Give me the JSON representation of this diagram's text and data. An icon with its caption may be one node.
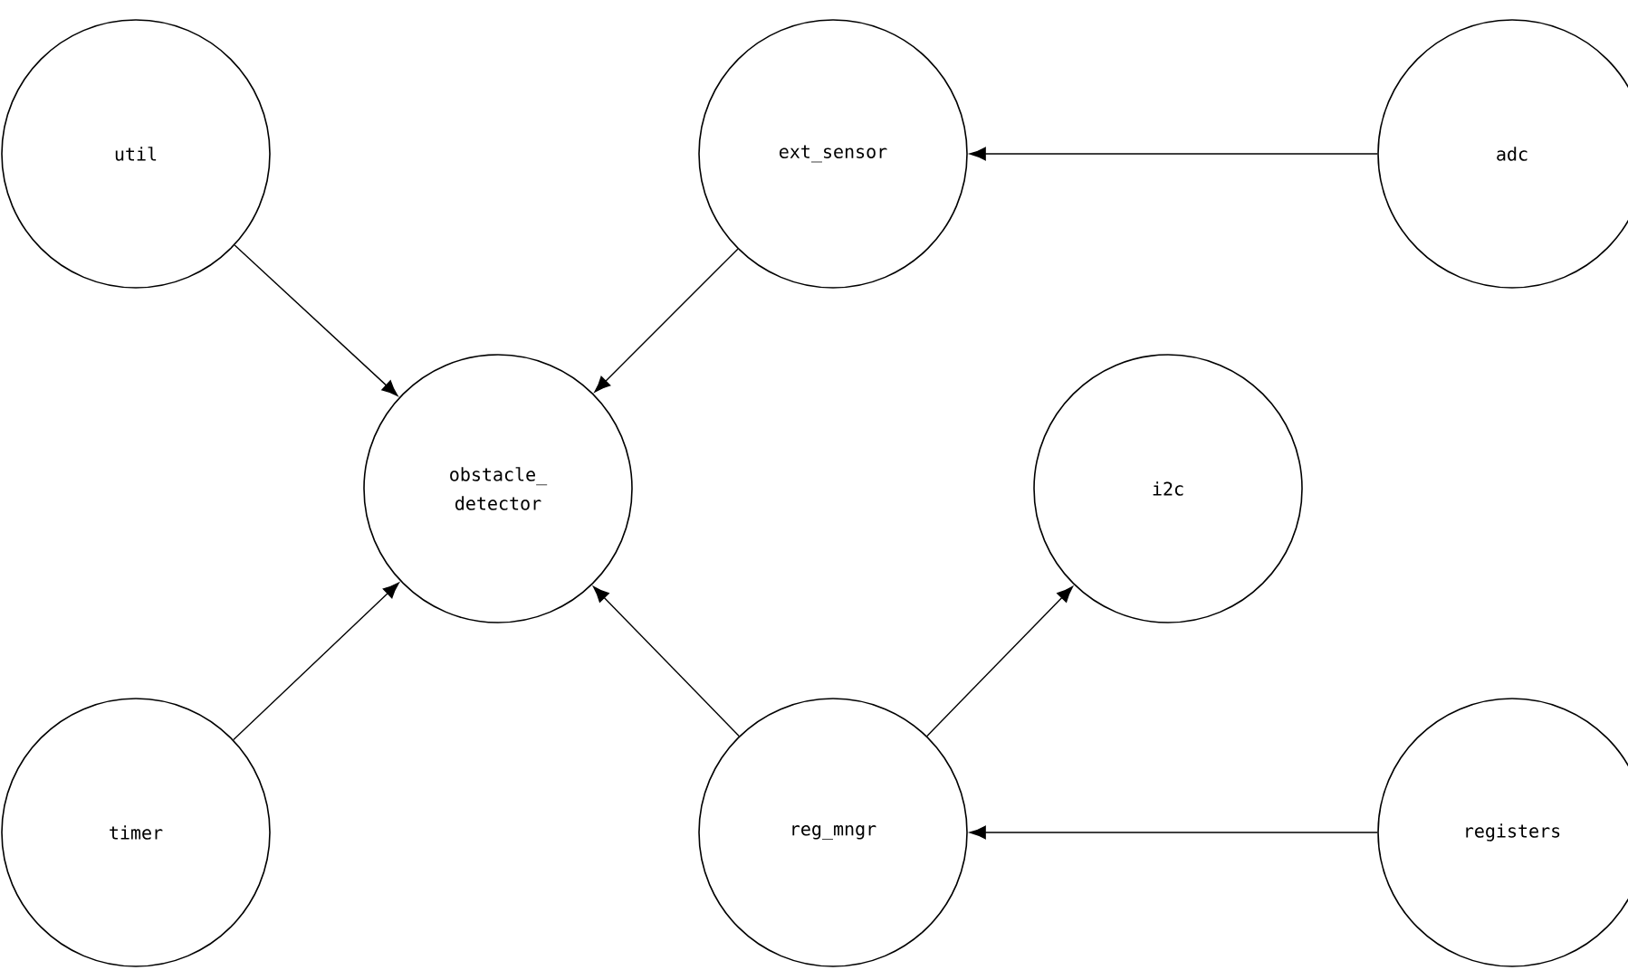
{
  "diagram": {
    "nodes": [
      {
        "text": [
          "util"
        ]
      },
      {
        "text": [
          "ext_sensor"
        ]
      },
      {
        "text": [
          "adc"
        ]
      },
      {
        "text": [
          "obstacle_ detector"
        ]
      },
      {
        "text": [
          "i2c"
        ]
      },
      {
        "text": [
          "timer"
        ]
      },
      {
        "text": [
          "reg_mngr"
        ]
      },
      {
        "text": [
          "registers"
        ]
      }
    ],
    "edges": [
      {
        "from": 0,
        "to": 3,
        "arrow": "to"
      },
      {
        "from": 1,
        "to": 3,
        "arrow": "to"
      },
      {
        "from": 2,
        "to": 1,
        "arrow": "to"
      },
      {
        "from": 5,
        "to": 3,
        "arrow": "to"
      },
      {
        "from": 6,
        "to": 3,
        "arrow": "to"
      },
      {
        "from": 6,
        "to": 4,
        "arrow": "to"
      },
      {
        "from": 7,
        "to": 6,
        "arrow": "to"
      }
    ]
  }
}
